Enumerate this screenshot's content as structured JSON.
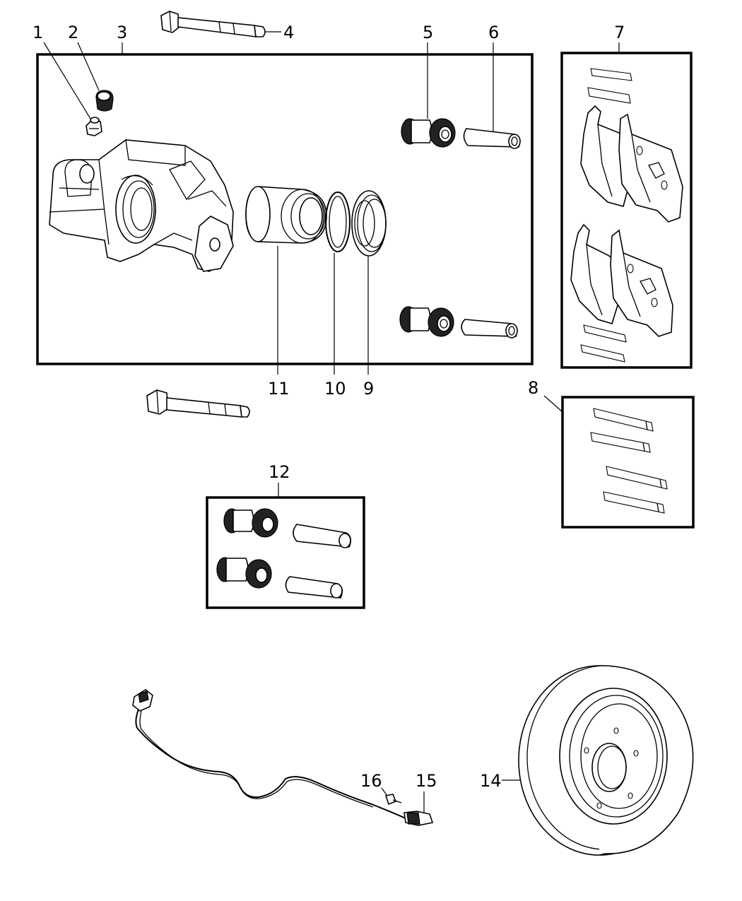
{
  "callouts": {
    "c1": "1",
    "c2": "2",
    "c3": "3",
    "c4": "4",
    "c5": "5",
    "c6": "6",
    "c7": "7",
    "c8": "8",
    "c9": "9",
    "c10": "10",
    "c11": "11",
    "c12": "12",
    "c14": "14",
    "c15": "15",
    "c16": "16"
  }
}
